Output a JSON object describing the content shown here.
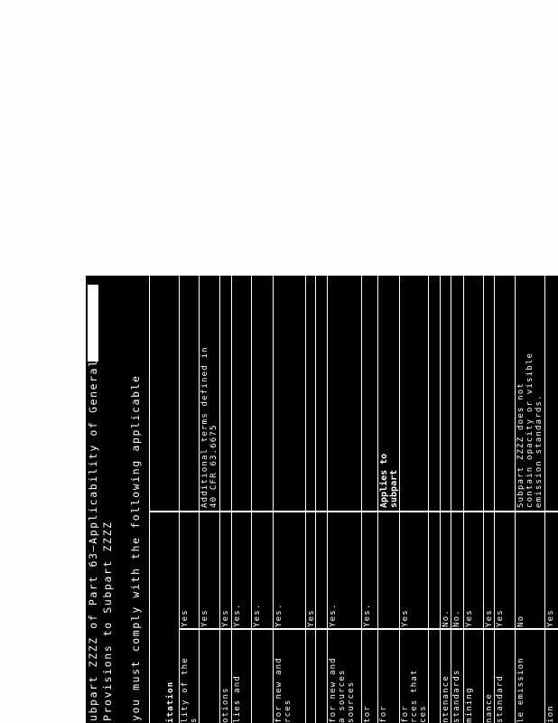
{
  "title_lines": [
    "ubpart ZZZZ of Part 63—Applicability of General",
    "Provisions to Subpart ZZZZ"
  ],
  "intro": "you must comply with the following applicable",
  "header": {
    "col1": "itation"
  },
  "colors": {
    "background": "#000000",
    "text": "#ffffff",
    "page": "#fdfdfd"
  },
  "rows": [
    {
      "c1": "lity of the\ns",
      "c2": "Yes",
      "c3": ""
    },
    {
      "c1": "",
      "c2": "Yes",
      "c3": "Additional terms defined in\n40 CFR 63.6675"
    },
    {
      "c1": "otions",
      "c2": "Yes",
      "c3": ""
    },
    {
      "c1": "lies and",
      "c2": "Yes.",
      "c3": ""
    },
    {
      "c1": "",
      "c2": "Yes.",
      "c3": ""
    },
    {
      "c1": "for new and\nrces",
      "c2": "Yes.",
      "c3": ""
    },
    {
      "c1": "",
      "c2": "Yes",
      "c3": ""
    },
    {
      "c1": "",
      "c2": "",
      "c3": ""
    },
    {
      "c1": "for new and\na sources\nsources",
      "c2": "Yes.",
      "c3": ""
    },
    {
      "c1": "tor",
      "c2": "Yes.",
      "c3": ""
    },
    {
      "c1": "for",
      "c2": "",
      "c3": "Applies to\nsubpart"
    },
    {
      "c1": "for\nrces that\nces",
      "c2": "Yes",
      "c3": ""
    },
    {
      "c1": "",
      "c2": "",
      "c3": ""
    },
    {
      "c1": "ntenance",
      "c2": "No.",
      "c3": ""
    },
    {
      "c1": "standards",
      "c2": "No.",
      "c3": ""
    },
    {
      "c1": "mining",
      "c2": "Yes",
      "c3": ""
    },
    {
      "c1": "nance",
      "c2": "Yes",
      "c3": ""
    },
    {
      "c1": "standard",
      "c2": "Yes",
      "c3": ""
    },
    {
      "c1": "le emission",
      "c2": "No",
      "c3": "Subpart ZZZZ does not\ncontain opacity or visible\nemission standards."
    },
    {
      "c1": "ion",
      "c2": "Yes",
      "c3": ""
    }
  ]
}
